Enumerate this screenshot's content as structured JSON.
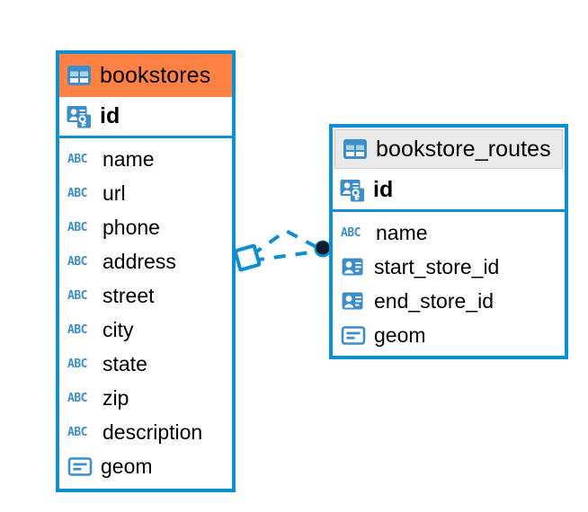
{
  "diagram": {
    "type": "entity-relationship-diagram",
    "background_color": "#ffffff",
    "accent_color": "#0d8fd0",
    "highlight_color": "#ff8244",
    "header_gray": "#eaeaea"
  },
  "entities": [
    {
      "id": "bookstores",
      "name": "bookstores",
      "header_style": "orange",
      "table_icon": "table-icon",
      "primary_key": {
        "name": "id",
        "icon": "primary-key-icon"
      },
      "fields": [
        {
          "name": "name",
          "icon": "abc-icon",
          "icon_text": "ABC"
        },
        {
          "name": "url",
          "icon": "abc-icon",
          "icon_text": "ABC"
        },
        {
          "name": "phone",
          "icon": "abc-icon",
          "icon_text": "ABC"
        },
        {
          "name": "address",
          "icon": "abc-icon",
          "icon_text": "ABC"
        },
        {
          "name": "street",
          "icon": "abc-icon",
          "icon_text": "ABC"
        },
        {
          "name": "city",
          "icon": "abc-icon",
          "icon_text": "ABC"
        },
        {
          "name": "state",
          "icon": "abc-icon",
          "icon_text": "ABC"
        },
        {
          "name": "zip",
          "icon": "abc-icon",
          "icon_text": "ABC"
        },
        {
          "name": "description",
          "icon": "abc-icon",
          "icon_text": "ABC"
        },
        {
          "name": "geom",
          "icon": "geometry-icon",
          "icon_text": ""
        }
      ]
    },
    {
      "id": "bookstore_routes",
      "name": "bookstore_routes",
      "header_style": "gray",
      "table_icon": "table-icon",
      "primary_key": {
        "name": "id",
        "icon": "primary-key-icon"
      },
      "fields": [
        {
          "name": "name",
          "icon": "abc-icon",
          "icon_text": "ABC"
        },
        {
          "name": "start_store_id",
          "icon": "foreign-key-icon",
          "icon_text": ""
        },
        {
          "name": "end_store_id",
          "icon": "foreign-key-icon",
          "icon_text": ""
        },
        {
          "name": "geom",
          "icon": "geometry-icon",
          "icon_text": ""
        }
      ]
    }
  ],
  "relationship": {
    "name": "bookstores-to-bookstore-routes",
    "style": "dashed",
    "color": "#0d8fd0",
    "source_marker": "diamond-marker",
    "target_marker": "filled-circle-marker",
    "target_marker_color": "#111a2b",
    "line_count": 2
  }
}
